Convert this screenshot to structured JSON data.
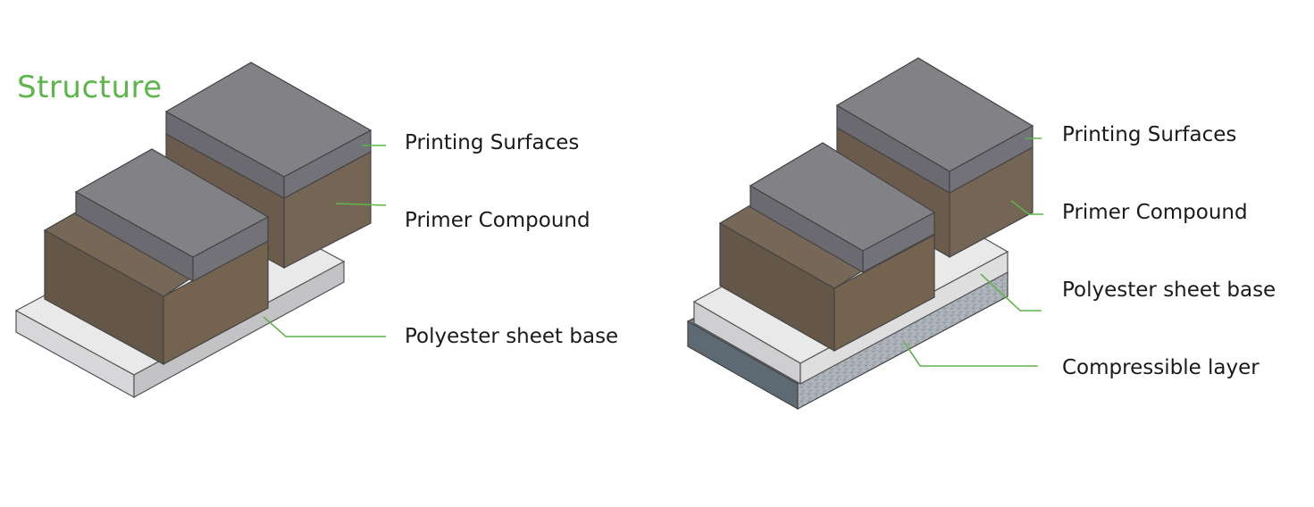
{
  "title": "Structure",
  "colors": {
    "accent": "#5db54b",
    "leader_line": "#5db54b",
    "printing_surface_top": "#818186",
    "printing_surface_side": "#6a6a70",
    "primer_compound_front": "#6a5b4d",
    "primer_compound_side": "#756555",
    "polyester_base_top": "#e9e9ea",
    "polyester_base_side": "#c9c9cb",
    "compressible_layer": "#a9afb6",
    "bottom_backing": "#5d6a74"
  },
  "left_diagram": {
    "labels": [
      {
        "id": "printing-surfaces",
        "text": "Printing Surfaces"
      },
      {
        "id": "primer-compound",
        "text": "Primer Compound"
      },
      {
        "id": "polyester-sheet-base",
        "text": "Polyester sheet base"
      }
    ]
  },
  "right_diagram": {
    "labels": [
      {
        "id": "printing-surfaces",
        "text": "Printing Surfaces"
      },
      {
        "id": "primer-compound",
        "text": "Primer Compound"
      },
      {
        "id": "polyester-sheet-base",
        "text": "Polyester sheet base"
      },
      {
        "id": "compressible-layer",
        "text": "Compressible layer"
      }
    ]
  }
}
